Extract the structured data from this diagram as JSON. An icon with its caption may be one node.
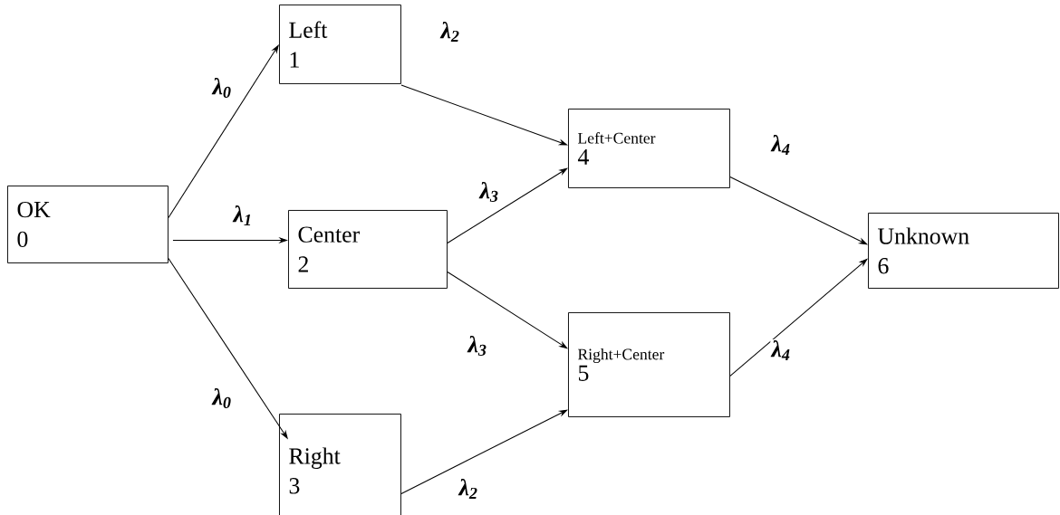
{
  "diagram": {
    "nodes": [
      {
        "text": [
          "OK",
          "0"
        ]
      },
      {
        "text": [
          "Left",
          "1"
        ]
      },
      {
        "text": [
          "Center",
          "2"
        ]
      },
      {
        "text": [
          "Right",
          "3"
        ]
      },
      {
        "text": [
          "Left+Center",
          "4"
        ]
      },
      {
        "text": [
          "Right+Center",
          "5"
        ]
      },
      {
        "text": [
          "Unknown",
          "6"
        ]
      }
    ],
    "edges": [
      {
        "from": 0,
        "to": 1,
        "arrow": "to",
        "label": "λ$_{0}$"
      },
      {
        "from": 0,
        "to": 2,
        "arrow": "to",
        "label": "λ$_{1}$"
      },
      {
        "from": 0,
        "to": 3,
        "arrow": "to",
        "label": "λ$_{0}$"
      },
      {
        "from": 1,
        "to": 4,
        "arrow": "to",
        "label": "λ$_{2}$"
      },
      {
        "from": 2,
        "to": 4,
        "arrow": "to",
        "label": "λ$_{3}$"
      },
      {
        "from": 2,
        "to": 5,
        "arrow": "to",
        "label": "λ$_{3}$"
      },
      {
        "from": 3,
        "to": 5,
        "arrow": "to",
        "label": "λ$_{2}$"
      },
      {
        "from": 4,
        "to": 6,
        "arrow": "to",
        "label": "λ$_{4}$"
      },
      {
        "from": 5,
        "to": 6,
        "arrow": "to",
        "label": "λ$_{4}$"
      }
    ]
  }
}
